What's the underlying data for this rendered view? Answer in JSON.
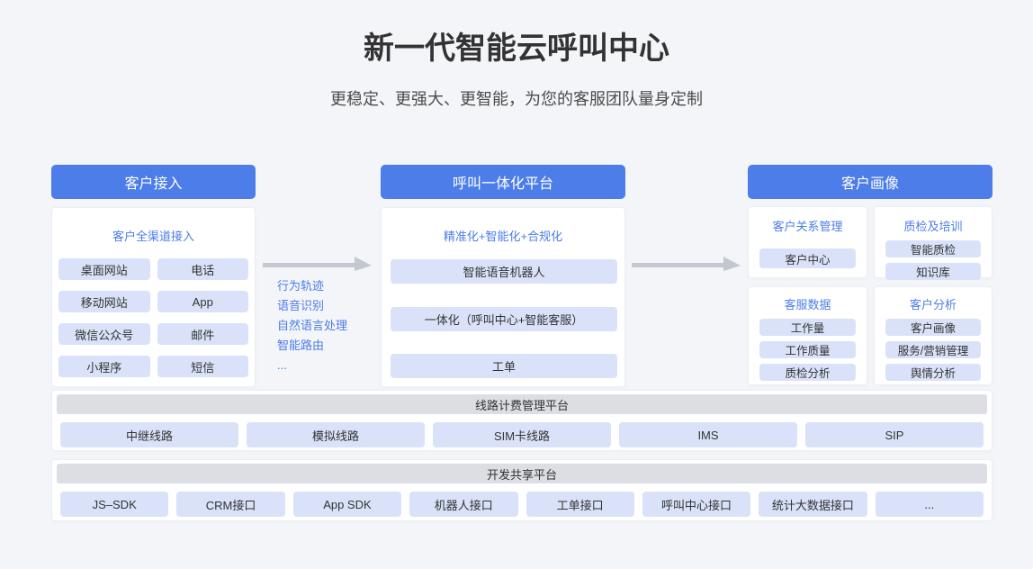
{
  "colors": {
    "background": "#f3f5f9",
    "accent_blue": "#4c7de8",
    "chip_blue": "#d9e2f8",
    "bar_gray": "#dcdee4",
    "arrow_gray": "#c3c8d0"
  },
  "header": {
    "title": "新一代智能云呼叫中心",
    "subtitle": "更稳定、更强大、更智能，为您的客服团队量身定制"
  },
  "access": {
    "title": "客户接入",
    "subtitle": "客户全渠道接入",
    "items": [
      "桌面网站",
      "电话",
      "移动网站",
      "App",
      "微信公众号",
      "邮件",
      "小程序",
      "短信"
    ]
  },
  "flow": {
    "items": [
      "行为轨迹",
      "语音识别",
      "自然语言处理",
      "智能路由",
      "..."
    ]
  },
  "platform": {
    "title": "呼叫一体化平台",
    "subtitle": "精准化+智能化+合规化",
    "items": [
      "智能语音机器人",
      "一体化（呼叫中心+智能客服）",
      "工单"
    ]
  },
  "portrait": {
    "title": "客户画像",
    "groups": [
      {
        "title": "客户关系管理",
        "items": [
          "客户中心"
        ]
      },
      {
        "title": "质检及培训",
        "items": [
          "智能质检",
          "知识库"
        ]
      },
      {
        "title": "客服数据",
        "items": [
          "工作量",
          "工作质量",
          "质检分析"
        ]
      },
      {
        "title": "客户分析",
        "items": [
          "客户画像",
          "服务/营销管理",
          "舆情分析"
        ]
      }
    ]
  },
  "billing_platform": {
    "title": "线路计费管理平台",
    "items": [
      "中继线路",
      "模拟线路",
      "SIM卡线路",
      "IMS",
      "SIP"
    ]
  },
  "dev_platform": {
    "title": "开发共享平台",
    "items": [
      "JS–SDK",
      "CRM接口",
      "App SDK",
      "机器人接口",
      "工单接口",
      "呼叫中心接口",
      "统计大数据接口",
      "..."
    ]
  }
}
